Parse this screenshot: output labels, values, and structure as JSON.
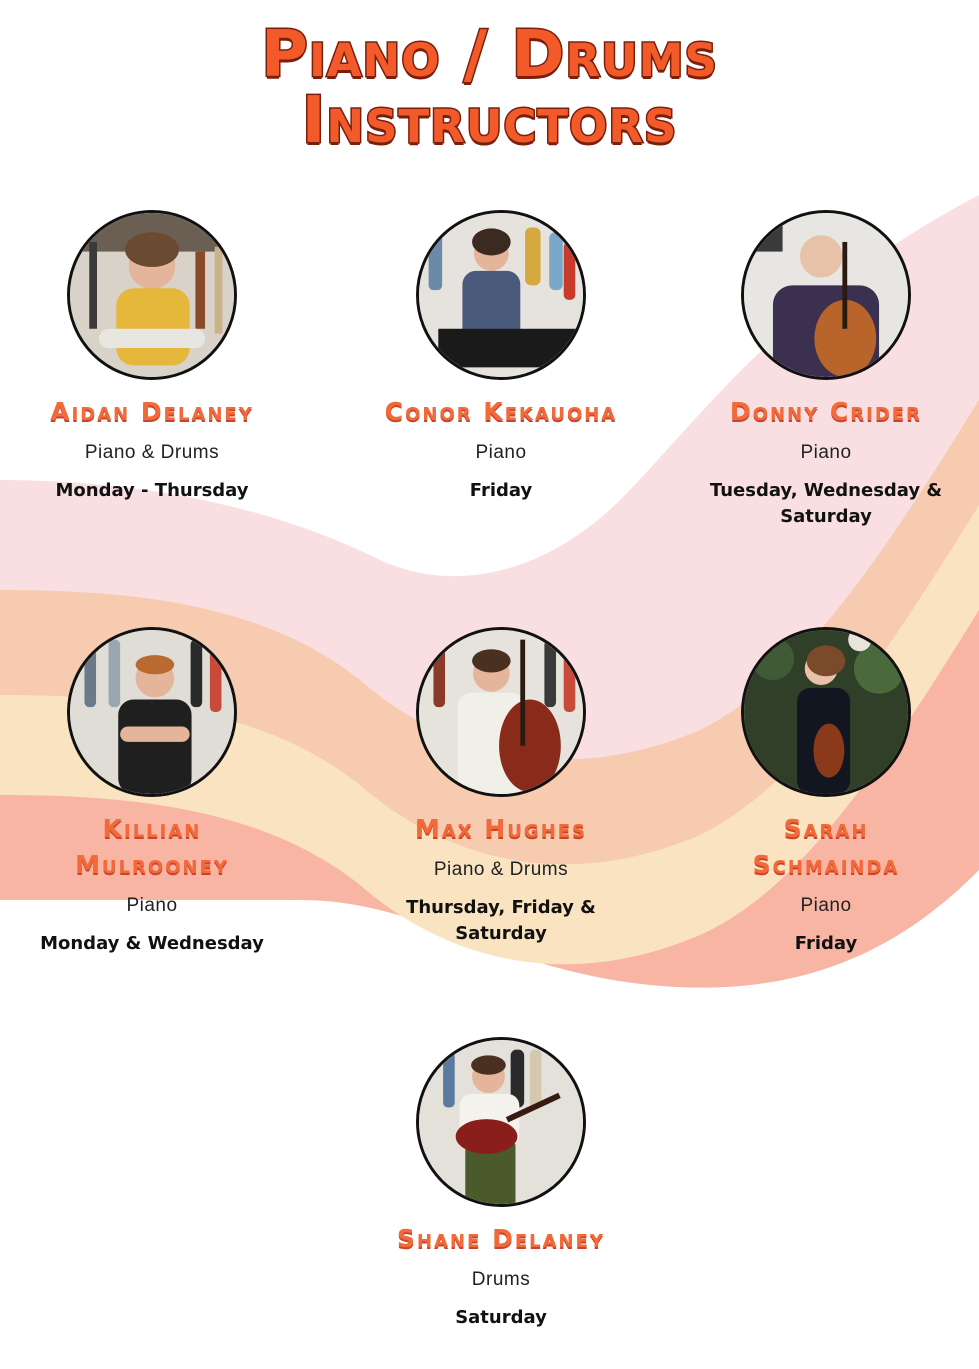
{
  "title": {
    "line1": "Piano / Drums",
    "line2": "Instructors"
  },
  "colors": {
    "title": "#f25a2a",
    "title_outline": "#7a1f0c",
    "name": "#f26a3a",
    "wave_pink": "#f9dfe2",
    "wave_peach": "#f6cbb0",
    "wave_cream": "#f9e3c0",
    "wave_coral": "#f8b5a3"
  },
  "instructors": [
    {
      "name": "Aidan Delaney",
      "instruments": "Piano & Drums",
      "days": "Monday - Thursday"
    },
    {
      "name": "Conor Kekauoha",
      "instruments": "Piano",
      "days": "Friday"
    },
    {
      "name": "Donny Crider",
      "instruments": "Piano",
      "days": "Tuesday, Wednesday & Saturday"
    },
    {
      "name": "Killian Mulrooney",
      "instruments": "Piano",
      "days": "Monday & Wednesday"
    },
    {
      "name": "Max Hughes",
      "instruments": "Piano & Drums",
      "days": "Thursday, Friday & Saturday"
    },
    {
      "name": "Sarah Schmainda",
      "instruments": "Piano",
      "days": "Friday"
    },
    {
      "name": "Shane Delaney",
      "instruments": "Drums",
      "days": "Saturday"
    }
  ]
}
